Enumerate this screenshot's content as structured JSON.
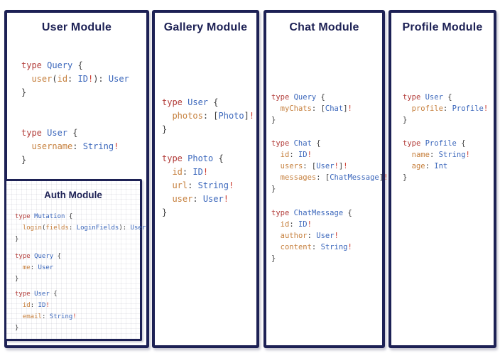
{
  "palette": {
    "navy": "#1d2155",
    "kw": "#b23c39",
    "ty": "#3a66bb",
    "fd": "#c6803e",
    "bg": "#cb3a2e",
    "pl": "#3d3d3d",
    "page_background": "#ffffff"
  },
  "panels": [
    {
      "title": "User Module",
      "code_blocks": [
        [
          [
            [
              "k",
              "type "
            ],
            [
              "t",
              "Query "
            ],
            [
              "p",
              "{"
            ]
          ],
          [
            [
              "p",
              "  "
            ],
            [
              "f",
              "user"
            ],
            [
              "p",
              "("
            ],
            [
              "f",
              "id"
            ],
            [
              "p",
              ": "
            ],
            [
              "t",
              "ID"
            ],
            [
              "b",
              "!"
            ],
            [
              "p",
              "): "
            ],
            [
              "t",
              "User"
            ]
          ],
          [
            [
              "p",
              "}"
            ]
          ]
        ],
        [
          [
            [
              "k",
              "type "
            ],
            [
              "t",
              "User "
            ],
            [
              "p",
              "{"
            ]
          ],
          [
            [
              "p",
              "  "
            ],
            [
              "f",
              "username"
            ],
            [
              "p",
              ": "
            ],
            [
              "t",
              "String"
            ],
            [
              "b",
              "!"
            ]
          ],
          [
            [
              "p",
              "}"
            ]
          ]
        ]
      ]
    },
    {
      "title": "Gallery Module",
      "code_blocks": [
        [
          [
            [
              "k",
              "type "
            ],
            [
              "t",
              "User "
            ],
            [
              "p",
              "{"
            ]
          ],
          [
            [
              "p",
              "  "
            ],
            [
              "f",
              "photos"
            ],
            [
              "p",
              ": ["
            ],
            [
              "t",
              "Photo"
            ],
            [
              "p",
              "]"
            ],
            [
              "b",
              "!"
            ]
          ],
          [
            [
              "p",
              "}"
            ]
          ]
        ],
        [
          [
            [
              "k",
              "type "
            ],
            [
              "t",
              "Photo "
            ],
            [
              "p",
              "{"
            ]
          ],
          [
            [
              "p",
              "  "
            ],
            [
              "f",
              "id"
            ],
            [
              "p",
              ": "
            ],
            [
              "t",
              "ID"
            ],
            [
              "b",
              "!"
            ]
          ],
          [
            [
              "p",
              "  "
            ],
            [
              "f",
              "url"
            ],
            [
              "p",
              ": "
            ],
            [
              "t",
              "String"
            ],
            [
              "b",
              "!"
            ]
          ],
          [
            [
              "p",
              "  "
            ],
            [
              "f",
              "user"
            ],
            [
              "p",
              ": "
            ],
            [
              "t",
              "User"
            ],
            [
              "b",
              "!"
            ]
          ],
          [
            [
              "p",
              "}"
            ]
          ]
        ]
      ]
    },
    {
      "title": "Chat Module",
      "code_blocks": [
        [
          [
            [
              "k",
              "type "
            ],
            [
              "t",
              "Query "
            ],
            [
              "p",
              "{"
            ]
          ],
          [
            [
              "p",
              "  "
            ],
            [
              "f",
              "myChats"
            ],
            [
              "p",
              ": ["
            ],
            [
              "t",
              "Chat"
            ],
            [
              "p",
              "]"
            ],
            [
              "b",
              "!"
            ]
          ],
          [
            [
              "p",
              "}"
            ]
          ]
        ],
        [
          [
            [
              "k",
              "type "
            ],
            [
              "t",
              "Chat "
            ],
            [
              "p",
              "{"
            ]
          ],
          [
            [
              "p",
              "  "
            ],
            [
              "f",
              "id"
            ],
            [
              "p",
              ": "
            ],
            [
              "t",
              "ID"
            ],
            [
              "b",
              "!"
            ]
          ],
          [
            [
              "p",
              "  "
            ],
            [
              "f",
              "users"
            ],
            [
              "p",
              ": ["
            ],
            [
              "t",
              "User"
            ],
            [
              "b",
              "!"
            ],
            [
              "p",
              "]"
            ],
            [
              "b",
              "!"
            ]
          ],
          [
            [
              "p",
              "  "
            ],
            [
              "f",
              "messages"
            ],
            [
              "p",
              ": ["
            ],
            [
              "t",
              "ChatMessage"
            ],
            [
              "p",
              "]"
            ],
            [
              "b",
              "!"
            ]
          ],
          [
            [
              "p",
              "}"
            ]
          ]
        ],
        [
          [
            [
              "k",
              "type "
            ],
            [
              "t",
              "ChatMessage "
            ],
            [
              "p",
              "{"
            ]
          ],
          [
            [
              "p",
              "  "
            ],
            [
              "f",
              "id"
            ],
            [
              "p",
              ": "
            ],
            [
              "t",
              "ID"
            ],
            [
              "b",
              "!"
            ]
          ],
          [
            [
              "p",
              "  "
            ],
            [
              "f",
              "author"
            ],
            [
              "p",
              ": "
            ],
            [
              "t",
              "User"
            ],
            [
              "b",
              "!"
            ]
          ],
          [
            [
              "p",
              "  "
            ],
            [
              "f",
              "content"
            ],
            [
              "p",
              ": "
            ],
            [
              "t",
              "String"
            ],
            [
              "b",
              "!"
            ]
          ],
          [
            [
              "p",
              "}"
            ]
          ]
        ]
      ]
    },
    {
      "title": "Profile Module",
      "code_blocks": [
        [
          [
            [
              "k",
              "type "
            ],
            [
              "t",
              "User "
            ],
            [
              "p",
              "{"
            ]
          ],
          [
            [
              "p",
              "  "
            ],
            [
              "f",
              "profile"
            ],
            [
              "p",
              ": "
            ],
            [
              "t",
              "Profile"
            ],
            [
              "b",
              "!"
            ]
          ],
          [
            [
              "p",
              "}"
            ]
          ]
        ],
        [
          [
            [
              "k",
              "type "
            ],
            [
              "t",
              "Profile "
            ],
            [
              "p",
              "{"
            ]
          ],
          [
            [
              "p",
              "  "
            ],
            [
              "f",
              "name"
            ],
            [
              "p",
              ": "
            ],
            [
              "t",
              "String"
            ],
            [
              "b",
              "!"
            ]
          ],
          [
            [
              "p",
              "  "
            ],
            [
              "f",
              "age"
            ],
            [
              "p",
              ": "
            ],
            [
              "t",
              "Int"
            ]
          ],
          [
            [
              "p",
              "}"
            ]
          ]
        ]
      ]
    }
  ],
  "auth": {
    "title": "Auth Module",
    "code_blocks": [
      [
        [
          [
            "k",
            "type "
          ],
          [
            "t",
            "Mutation "
          ],
          [
            "p",
            "{"
          ]
        ],
        [
          [
            "p",
            "  "
          ],
          [
            "f",
            "login"
          ],
          [
            "p",
            "("
          ],
          [
            "f",
            "fields"
          ],
          [
            "p",
            ": "
          ],
          [
            "t",
            "LoginFields"
          ],
          [
            "p",
            "): "
          ],
          [
            "t",
            "User"
          ]
        ],
        [
          [
            "p",
            "}"
          ]
        ]
      ],
      [
        [
          [
            "k",
            "type "
          ],
          [
            "t",
            "Query "
          ],
          [
            "p",
            "{"
          ]
        ],
        [
          [
            "p",
            "  "
          ],
          [
            "f",
            "me"
          ],
          [
            "p",
            ": "
          ],
          [
            "t",
            "User"
          ]
        ],
        [
          [
            "p",
            "}"
          ]
        ]
      ],
      [
        [
          [
            "k",
            "type "
          ],
          [
            "t",
            "User "
          ],
          [
            "p",
            "{"
          ]
        ],
        [
          [
            "p",
            "  "
          ],
          [
            "f",
            "id"
          ],
          [
            "p",
            ": "
          ],
          [
            "t",
            "ID"
          ],
          [
            "b",
            "!"
          ]
        ],
        [
          [
            "p",
            "  "
          ],
          [
            "f",
            "email"
          ],
          [
            "p",
            ": "
          ],
          [
            "t",
            "String"
          ],
          [
            "b",
            "!"
          ]
        ],
        [
          [
            "p",
            "}"
          ]
        ]
      ]
    ]
  }
}
